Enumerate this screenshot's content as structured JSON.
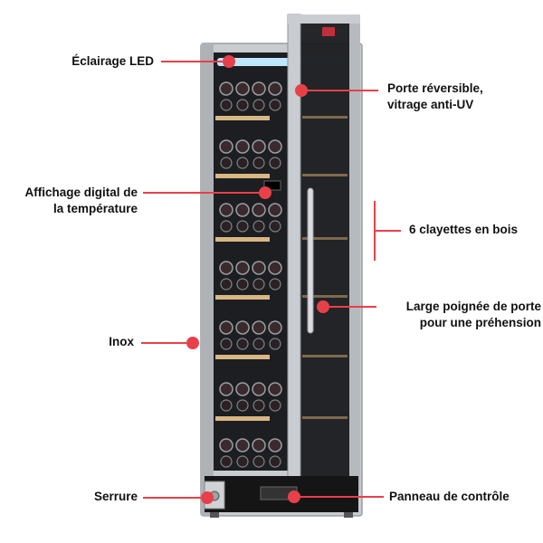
{
  "colors": {
    "accent": "#e8404a",
    "cabinet_frame": "#b9bcc0",
    "glass": "#1b1d20",
    "shelf_wood": "#d8b784",
    "led": "#bfe6ff",
    "base": "#151515"
  },
  "labels": {
    "led": "Éclairage LED",
    "digital_display": [
      "Affichage digital de",
      "la température"
    ],
    "inox": "Inox",
    "lock": "Serrure",
    "reversible_door": [
      "Porte réversible,",
      "vitrage anti-UV"
    ],
    "shelves": "6 clayettes en bois",
    "handle": [
      "Large poignée de porte",
      "pour une préhension"
    ],
    "control_panel": "Panneau de contrôle"
  }
}
